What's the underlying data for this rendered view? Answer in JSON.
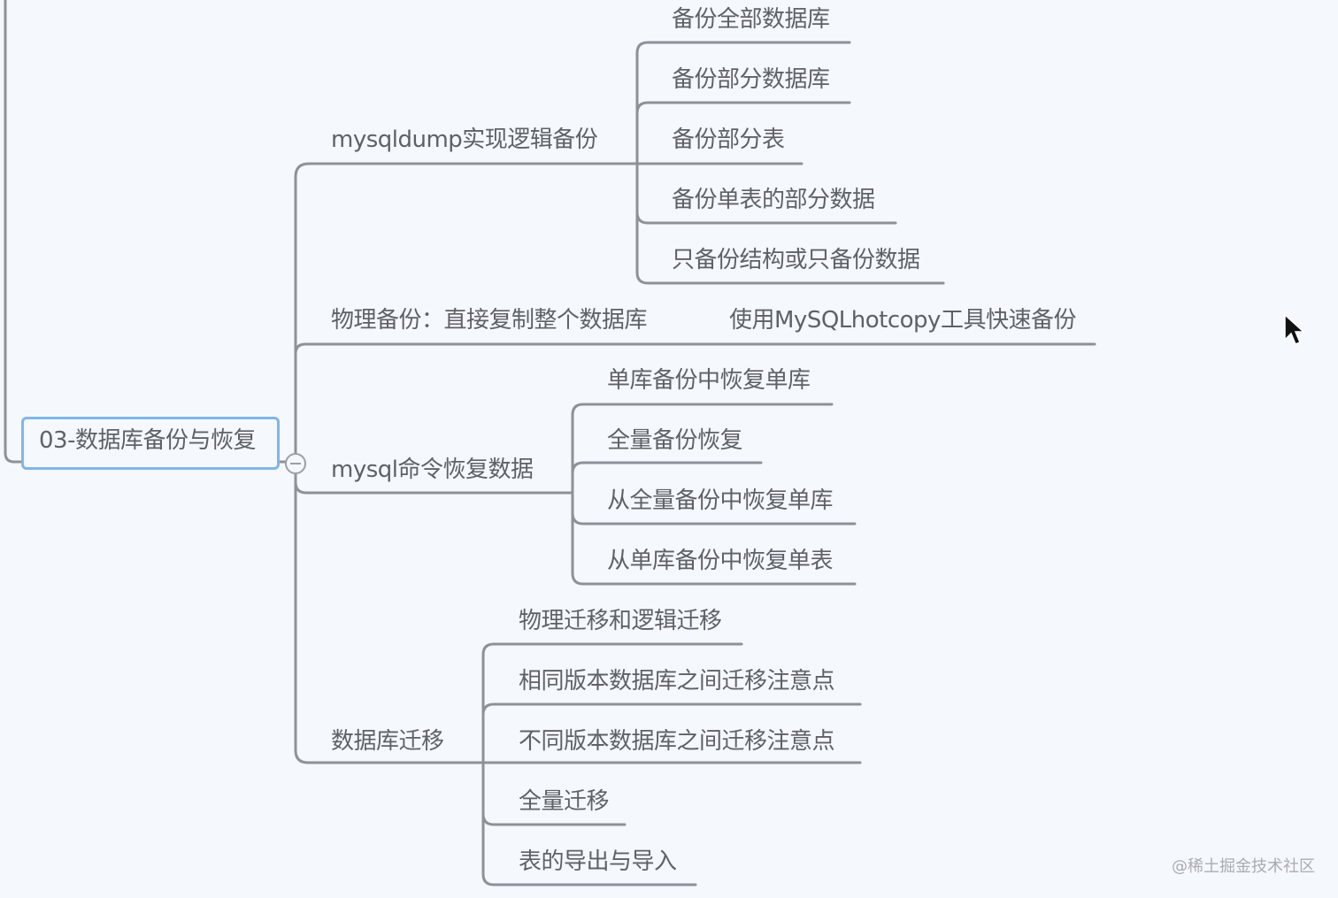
{
  "root": {
    "label": "03-数据库备份与恢复"
  },
  "branches": [
    {
      "label": "mysqldump实现逻辑备份",
      "children": [
        "备份全部数据库",
        "备份部分数据库",
        "备份部分表",
        "备份单表的部分数据",
        "只备份结构或只备份数据"
      ]
    },
    {
      "label": "物理备份：直接复制整个数据库",
      "children": [
        "使用MySQLhotcopy工具快速备份"
      ]
    },
    {
      "label": "mysql命令恢复数据",
      "children": [
        "单库备份中恢复单库",
        "全量备份恢复",
        "从全量备份中恢复单库",
        "从单库备份中恢复单表"
      ]
    },
    {
      "label": "数据库迁移",
      "children": [
        "物理迁移和逻辑迁移",
        "相同版本数据库之间迁移注意点",
        "不同版本数据库之间迁移注意点",
        "全量迁移",
        "表的导出与导入"
      ]
    }
  ],
  "watermark": "@稀土掘金技术社区",
  "colors": {
    "line": "#8d9299",
    "root_border": "#7fb6ea",
    "text": "#5e6268"
  }
}
